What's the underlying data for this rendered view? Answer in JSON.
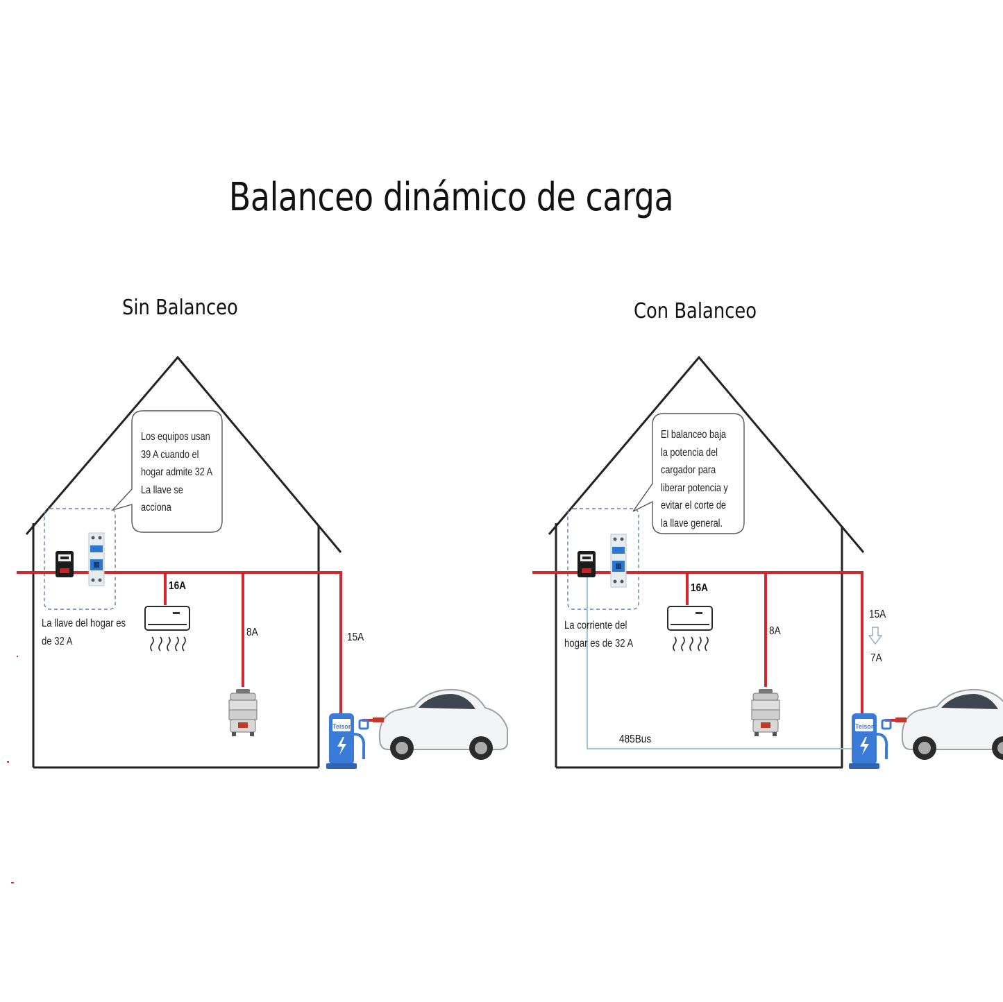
{
  "title": "Balanceo dinámico de carga",
  "left": {
    "heading": "Sin Balanceo",
    "bubble": [
      "Los equipos usan",
      "39 A cuando el",
      "hogar admite 32 A",
      "La llave se",
      "acciona"
    ],
    "panel_label": [
      "La llave del hogar es",
      "de 32 A"
    ],
    "ac_current": "16A",
    "cooker_current": "8A",
    "charger_current": "15A",
    "charger_brand": "Teison"
  },
  "right": {
    "heading": "Con Balanceo",
    "bubble": [
      "El balanceo baja",
      "la potencia del",
      "cargador para",
      "liberar potencia y",
      "evitar el corte de",
      "la llave general."
    ],
    "panel_label": [
      "La corriente del",
      "hogar es de 32 A"
    ],
    "ac_current": "16A",
    "cooker_current": "8A",
    "charger_current_before": "15A",
    "charger_current_after": "7A",
    "bus_label": "485Bus",
    "charger_brand": "Teison"
  },
  "colors": {
    "power_line": "#d7262e",
    "bus_line": "#9cc3d6",
    "house_outline": "#222222",
    "charger_blue": "#3b7bd8",
    "panel_dash": "#5a7ea8"
  },
  "icons": [
    "electric-meter-icon",
    "circuit-breaker-icon",
    "air-conditioner-icon",
    "rice-cooker-icon",
    "ev-charger-icon",
    "electric-car-icon"
  ]
}
